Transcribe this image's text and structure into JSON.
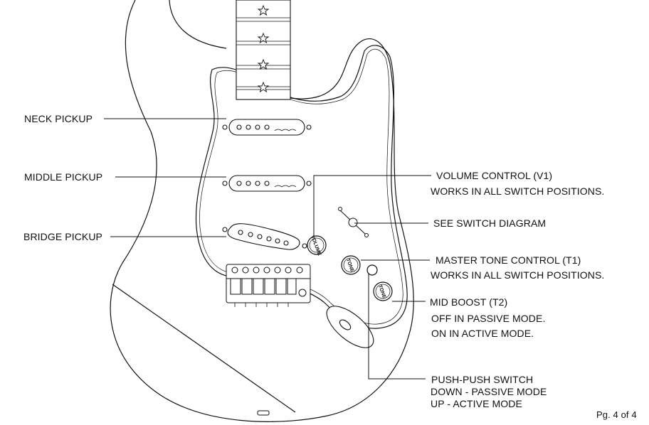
{
  "labels": {
    "neck_pickup": "NECK PICKUP",
    "middle_pickup": "MIDDLE PICKUP",
    "bridge_pickup": "BRIDGE PICKUP",
    "volume_control": "VOLUME CONTROL (V1)",
    "volume_note": "WORKS IN ALL SWITCH POSITIONS.",
    "switch_diagram": "SEE SWITCH DIAGRAM",
    "master_tone": "MASTER TONE CONTROL (T1)",
    "master_tone_note": "WORKS IN ALL SWITCH POSITIONS.",
    "mid_boost": "MID BOOST (T2)",
    "mid_boost_note1": "OFF IN PASSIVE MODE.",
    "mid_boost_note2": "ON IN ACTIVE MODE.",
    "push_switch": "PUSH-PUSH SWITCH",
    "push_switch_note1": "DOWN - PASSIVE MODE",
    "push_switch_note2": "UP - ACTIVE MODE",
    "page_number": "Pg. 4 of 4"
  },
  "knobs": {
    "volume": "VOLUME",
    "tone1": "TONE",
    "tone2": "TONE"
  }
}
